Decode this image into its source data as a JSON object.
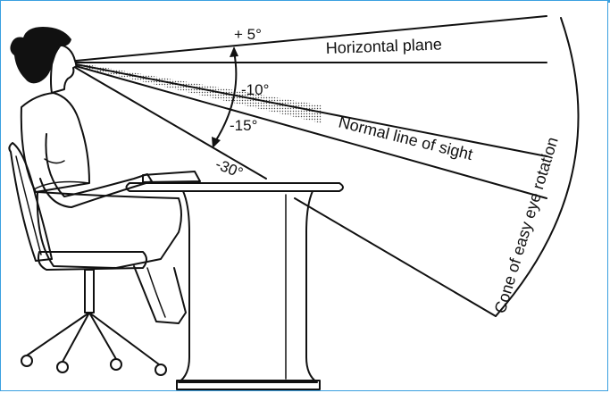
{
  "labels": {
    "plus5": "+ 5°",
    "horizontal_plane": "Horizontal plane",
    "minus10": "-10°",
    "minus15": "-15°",
    "normal_line": "Normal line of sight",
    "minus30": "-30°",
    "cone": "Cone of easy eye rotation"
  }
}
